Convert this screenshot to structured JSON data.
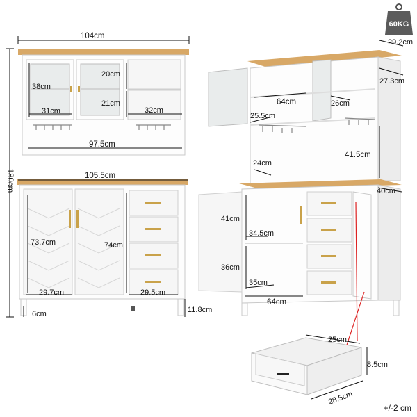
{
  "weight_badge": "60KG",
  "tolerance": "+/-2 cm",
  "left_view": {
    "top_width": "104cm",
    "total_height": "180cm",
    "glass_door_height": "38cm",
    "upper_shelf_height": "20cm",
    "lower_shelf_height": "21cm",
    "glass_door_width": "31cm",
    "open_shelf_width": "32cm",
    "hutch_inner_width": "97.5cm",
    "counter_width": "105.5cm",
    "door_height": "73.7cm",
    "drawer_stack_height": "74cm",
    "door_width": "29.7cm",
    "drawer_width": "29.5cm",
    "foot_height": "6cm",
    "base_height": "11.8cm"
  },
  "right_view": {
    "top_depth": "29.2cm",
    "shelf_depth": "27.3cm",
    "inner_width": "64cm",
    "glass_shelf_depth": "26cm",
    "rack_depth": "25.5cm",
    "hutch_opening_height": "41.5cm",
    "hutch_depth": "24cm",
    "counter_depth": "40cm",
    "upper_cabinet_height": "41cm",
    "upper_cabinet_depth": "34.5cm",
    "lower_cabinet_height": "36cm",
    "lower_cabinet_depth": "35cm",
    "cabinet_width": "64cm"
  },
  "drawer_detail": {
    "inner_width": "25cm",
    "height": "8.5cm",
    "depth": "28.5cm"
  }
}
